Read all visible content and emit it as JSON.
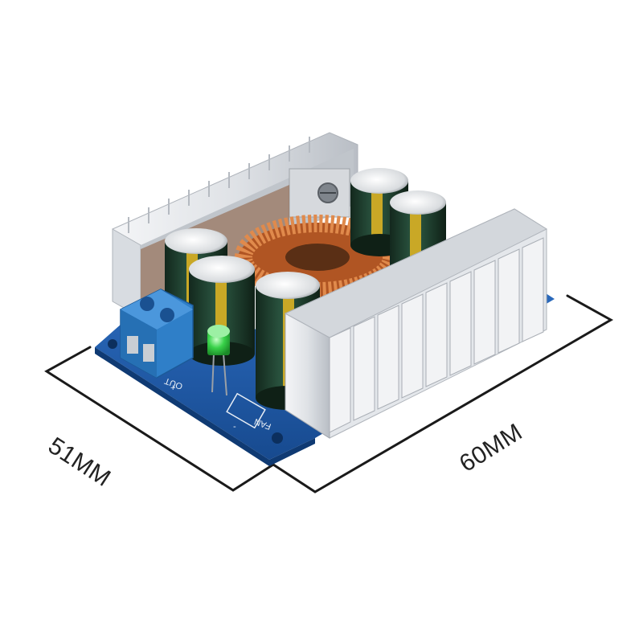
{
  "dimensions": {
    "width_label": "51MM",
    "length_label": "60MM"
  },
  "board": {
    "silkscreen": {
      "out": "OUT",
      "plus": "+",
      "minus": "-",
      "fan": "FAN"
    }
  },
  "colors": {
    "pcb": "#1f5aa8",
    "heatsink": "#dcdfe3",
    "capacitor_body": "#1d3b2c",
    "capacitor_stripe": "#c9a826",
    "inductor_copper": "#c7652d",
    "terminal_block": "#2f7fc8",
    "led": "#39d24a",
    "dimension_line": "#1a1a1a"
  }
}
